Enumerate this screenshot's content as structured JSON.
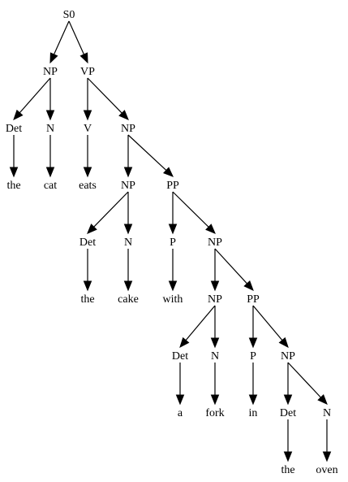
{
  "tree": {
    "nodes": [
      {
        "id": "s0",
        "label": "S0"
      },
      {
        "id": "np1",
        "label": "NP"
      },
      {
        "id": "vp",
        "label": "VP"
      },
      {
        "id": "det1",
        "label": "Det"
      },
      {
        "id": "n1",
        "label": "N"
      },
      {
        "id": "the1",
        "label": "the"
      },
      {
        "id": "cat",
        "label": "cat"
      },
      {
        "id": "v",
        "label": "V"
      },
      {
        "id": "eats",
        "label": "eats"
      },
      {
        "id": "np2",
        "label": "NP"
      },
      {
        "id": "np3",
        "label": "NP"
      },
      {
        "id": "pp1",
        "label": "PP"
      },
      {
        "id": "det2",
        "label": "Det"
      },
      {
        "id": "n2",
        "label": "N"
      },
      {
        "id": "the2",
        "label": "the"
      },
      {
        "id": "cake",
        "label": "cake"
      },
      {
        "id": "p1",
        "label": "P"
      },
      {
        "id": "with",
        "label": "with"
      },
      {
        "id": "np4",
        "label": "NP"
      },
      {
        "id": "np5",
        "label": "NP"
      },
      {
        "id": "pp2",
        "label": "PP"
      },
      {
        "id": "det3",
        "label": "Det"
      },
      {
        "id": "n3",
        "label": "N"
      },
      {
        "id": "a",
        "label": "a"
      },
      {
        "id": "fork",
        "label": "fork"
      },
      {
        "id": "p2",
        "label": "P"
      },
      {
        "id": "in",
        "label": "in"
      },
      {
        "id": "np6",
        "label": "NP"
      },
      {
        "id": "det4",
        "label": "Det"
      },
      {
        "id": "n4",
        "label": "N"
      },
      {
        "id": "the3",
        "label": "the"
      },
      {
        "id": "oven",
        "label": "oven"
      }
    ],
    "edges": [
      [
        "s0",
        "np1"
      ],
      [
        "s0",
        "vp"
      ],
      [
        "np1",
        "det1"
      ],
      [
        "np1",
        "n1"
      ],
      [
        "det1",
        "the1"
      ],
      [
        "n1",
        "cat"
      ],
      [
        "vp",
        "v"
      ],
      [
        "vp",
        "np2"
      ],
      [
        "v",
        "eats"
      ],
      [
        "np2",
        "np3"
      ],
      [
        "np2",
        "pp1"
      ],
      [
        "np3",
        "det2"
      ],
      [
        "np3",
        "n2"
      ],
      [
        "det2",
        "the2"
      ],
      [
        "n2",
        "cake"
      ],
      [
        "pp1",
        "p1"
      ],
      [
        "pp1",
        "np4"
      ],
      [
        "p1",
        "with"
      ],
      [
        "np4",
        "np5"
      ],
      [
        "np4",
        "pp2"
      ],
      [
        "np5",
        "det3"
      ],
      [
        "np5",
        "n3"
      ],
      [
        "det3",
        "a"
      ],
      [
        "n3",
        "fork"
      ],
      [
        "pp2",
        "p2"
      ],
      [
        "pp2",
        "np6"
      ],
      [
        "p2",
        "in"
      ],
      [
        "np6",
        "det4"
      ],
      [
        "np6",
        "n4"
      ],
      [
        "det4",
        "the3"
      ],
      [
        "n4",
        "oven"
      ]
    ]
  }
}
